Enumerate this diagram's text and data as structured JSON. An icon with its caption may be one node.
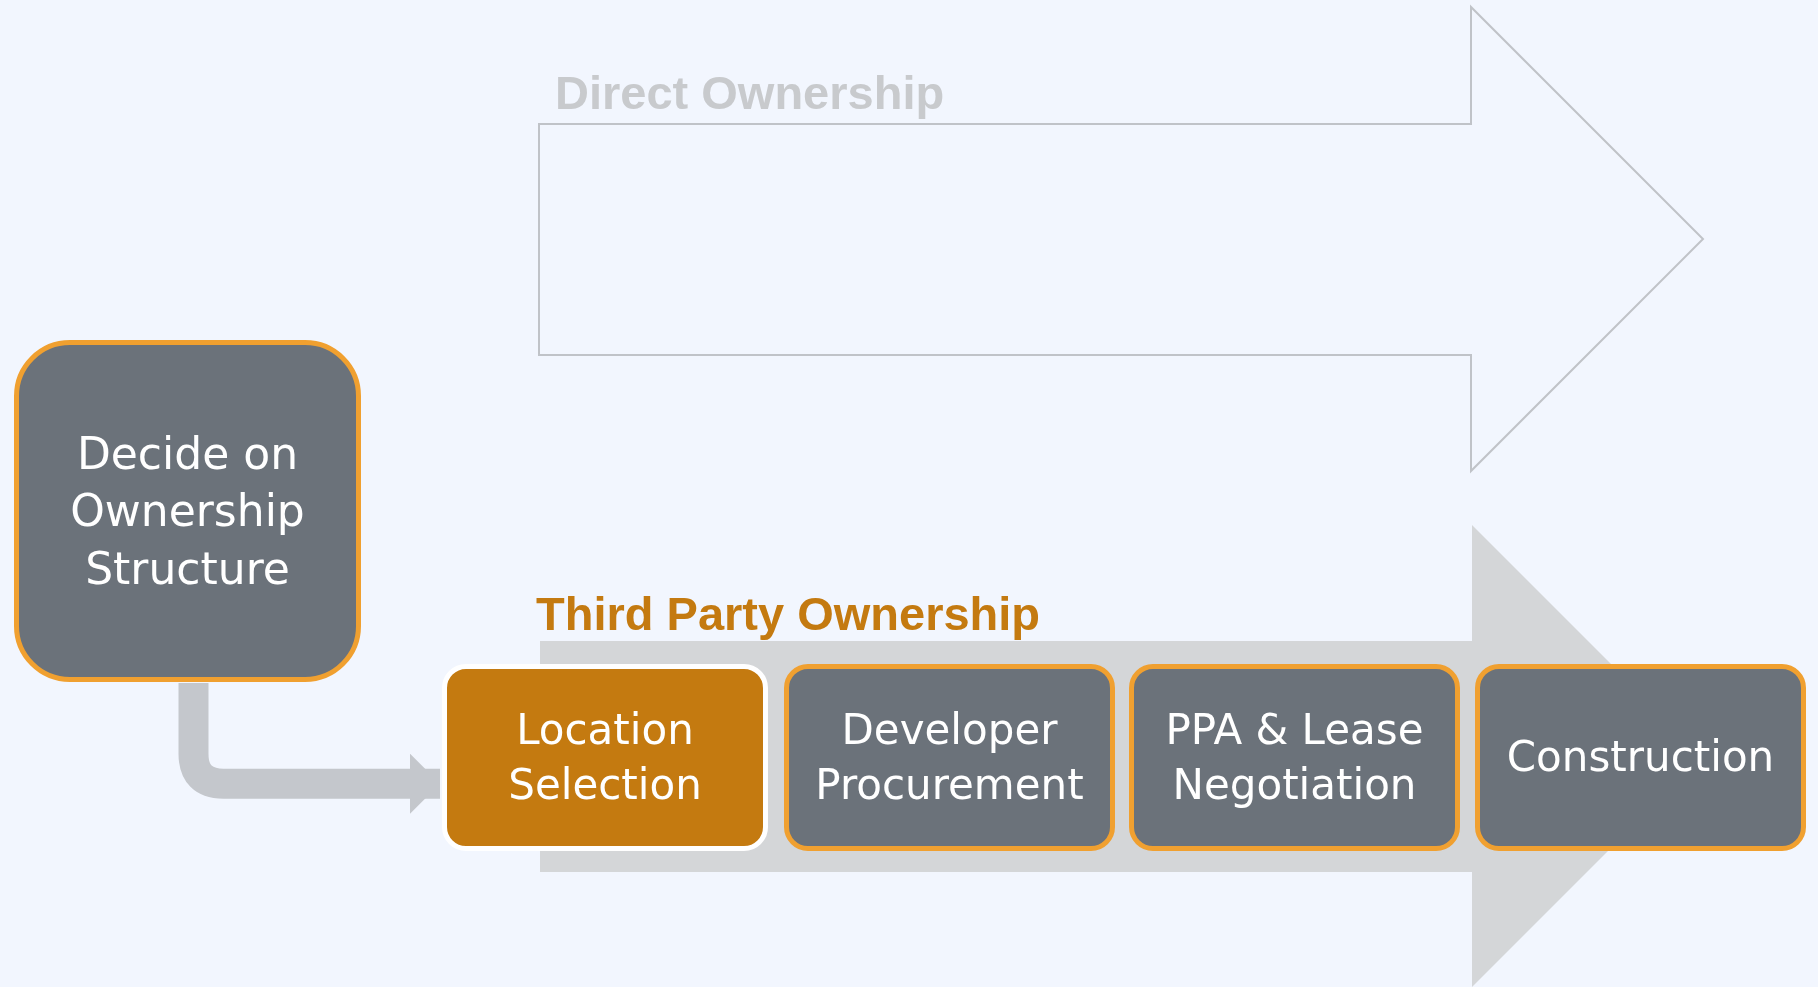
{
  "diagram": {
    "nodes": [
      {
        "text": [
          "Direct Ownership"
        ]
      },
      {
        "text": [
          "Decide on Ownership Structure"
        ]
      },
      {
        "text": [
          "Third Party Ownership"
        ]
      },
      {
        "text": [
          "Location Selection"
        ]
      },
      {
        "text": [
          "Developer Procurement"
        ],
        "in": 2
      },
      {
        "text": [
          "PPA & Lease Negotiation"
        ],
        "in": 2
      },
      {
        "text": [
          "Construction"
        ]
      }
    ],
    "edges": [
      {
        "from": 1,
        "to": 3,
        "arrow": "to"
      }
    ]
  }
}
